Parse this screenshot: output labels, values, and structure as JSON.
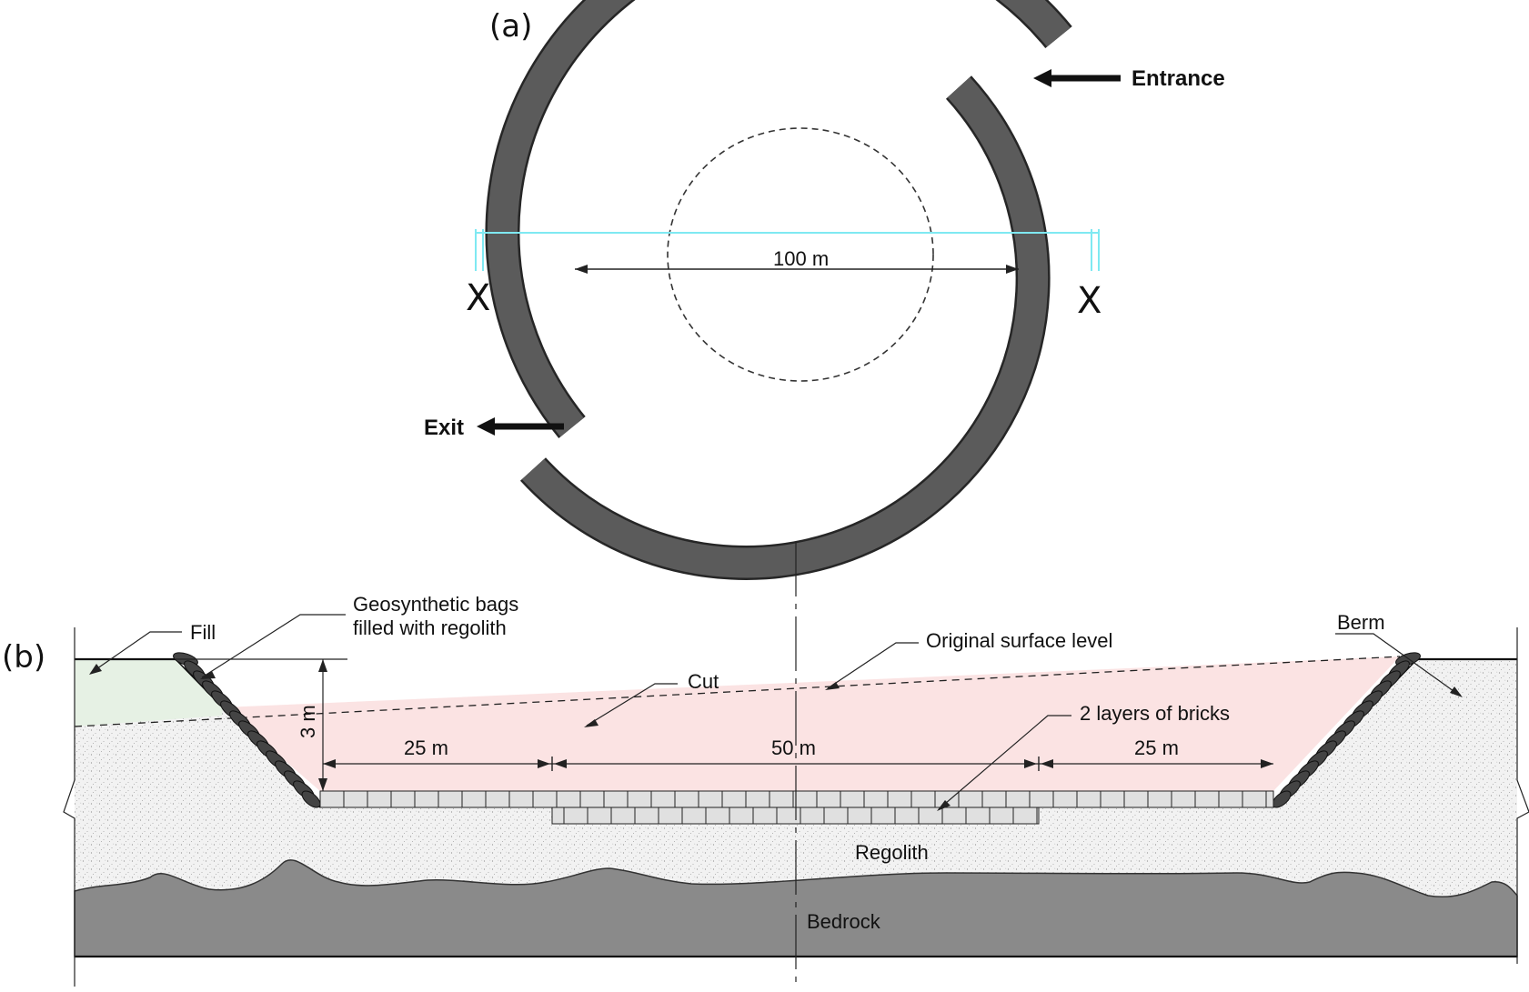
{
  "panel_a": {
    "label": "(a)",
    "entrance_label": "Entrance",
    "exit_label": "Exit",
    "diameter_label": "100 m",
    "section_mark_left": "X",
    "section_mark_right": "X"
  },
  "panel_b": {
    "label": "(b)",
    "fill_label": "Fill",
    "geo_bags_label_line1": "Geosynthetic bags",
    "geo_bags_label_line2": "filled with regolith",
    "original_surface_label": "Original surface level",
    "cut_label": "Cut",
    "berm_label": "Berm",
    "bricks_label": "2 layers of bricks",
    "depth_label": "3 m",
    "left_span_label": "25 m",
    "center_span_label": "50 m",
    "right_span_label": "25 m",
    "regolith_label": "Regolith",
    "bedrock_label": "Bedrock"
  },
  "colors": {
    "wall": "#555555",
    "cut_fill": "#fbe3e3",
    "fill_fill": "#e6f1e4",
    "regolith_fill": "#f1f1f1",
    "bedrock_fill": "#8a8a8a",
    "brick_fill": "#e0e0e0",
    "section_line": "#7fe9f2"
  }
}
